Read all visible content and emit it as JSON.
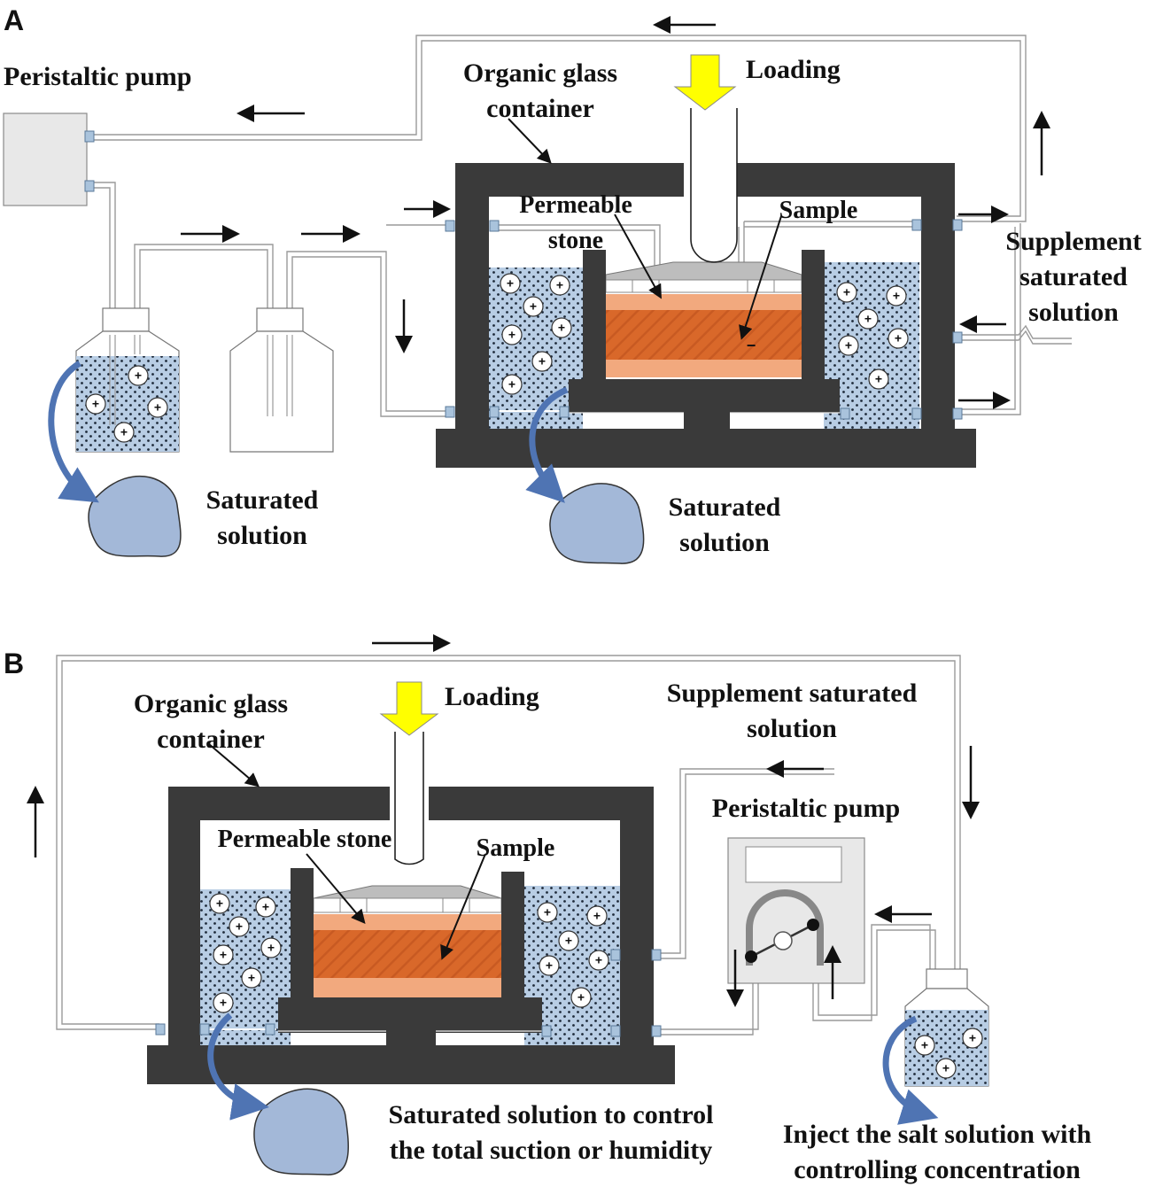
{
  "panels": {
    "a": {
      "letter": "A",
      "labels": {
        "peristaltic_pump": "Peristaltic pump",
        "organic_glass_1": "Organic glass",
        "organic_glass_2": "container",
        "loading": "Loading",
        "permeable_1": "Permeable",
        "permeable_2": "stone",
        "sample": "Sample",
        "supplement_1": "Supplement",
        "supplement_2": "saturated",
        "supplement_3": "solution",
        "saturated_left_1": "Saturated",
        "saturated_left_2": "solution",
        "saturated_mid_1": "Saturated",
        "saturated_mid_2": "solution"
      }
    },
    "b": {
      "letter": "B",
      "labels": {
        "organic_glass_1": "Organic glass",
        "organic_glass_2": "container",
        "loading": "Loading",
        "permeable": "Permeable stone",
        "sample": "Sample",
        "supplement_1": "Supplement saturated",
        "supplement_2": "solution",
        "peristaltic_pump": "Peristaltic pump",
        "saturated_1": "Saturated solution to control",
        "saturated_2": "the total suction or humidity",
        "inject_1": "Inject the salt solution with",
        "inject_2": "controlling concentration"
      }
    }
  },
  "symbols": {
    "plus": "+",
    "minus": "−"
  },
  "colors": {
    "frame": "#3a3a3a",
    "water": "#b8cde4",
    "dot": "#1e2a3a",
    "sample": "#d9682a",
    "stone": "#f2a97e",
    "porous": "#bdbdbd",
    "tube": "#9a9a9a",
    "connector": "#a9c3dc",
    "loading_arrow": "#ffff00",
    "curve_arrow": "#4f74b3",
    "blob": "#a3b8d8",
    "pump_box": "#e8e8e8"
  }
}
